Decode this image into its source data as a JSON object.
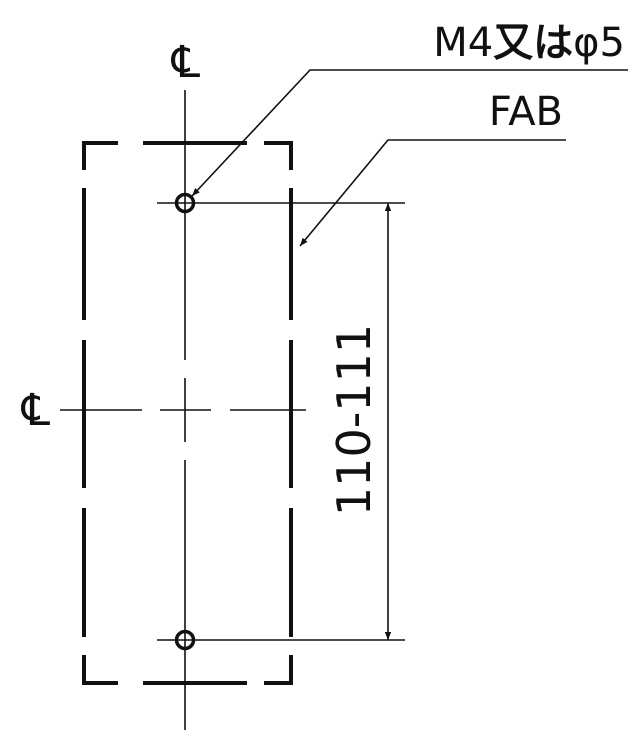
{
  "labels": {
    "hole_spec_prefix": "M4",
    "hole_spec_kanji": "又は",
    "hole_spec_suffix": "φ5",
    "frame_code": "FAB",
    "dimension": "110-111",
    "centerline_symbol": "℄"
  },
  "colors": {
    "line": "#111111",
    "background": "#ffffff"
  }
}
